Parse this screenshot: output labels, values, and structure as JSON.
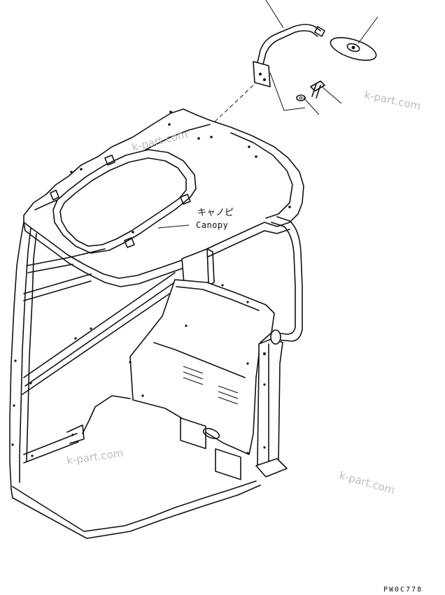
{
  "labels": {
    "canopy_jp": "キャノピ",
    "canopy_en": "Canopy"
  },
  "watermarks": [
    "k-part.com",
    "k-part.com",
    "k-part.com",
    "k-part.com"
  ],
  "drawing_code": "PW0C778",
  "colors": {
    "line": "#111111",
    "watermark": "#bcbcbc",
    "background": "#ffffff"
  }
}
